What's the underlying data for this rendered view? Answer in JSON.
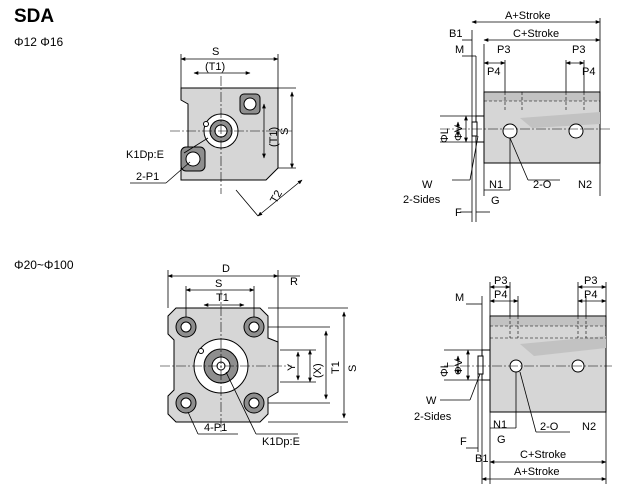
{
  "title": "SDA",
  "series_small": "Φ12 Φ16",
  "series_large": "Φ20~Φ100",
  "top_front": {
    "s": "S",
    "t1": "(T1)",
    "t1_side": "(T1)",
    "s_side": "S",
    "t2": "T2",
    "k1": "K1Dp:E",
    "p1": "2-P1"
  },
  "top_side": {
    "a": "A+Stroke",
    "b1": "B1",
    "c": "C+Stroke",
    "m": "M",
    "p3a": "P3",
    "p3b": "P3",
    "p4a": "P4",
    "p4b": "P4",
    "l": "ΦL",
    "v": "ΦV",
    "n1": "N1",
    "o": "2-O",
    "n2": "N2",
    "w": "W",
    "sides": "2-Sides",
    "g": "G",
    "f": "F"
  },
  "bot_front": {
    "d": "D",
    "r": "R",
    "s": "S",
    "t1": "T1",
    "x": "(X)",
    "t1_side": "T1",
    "s_side": "S",
    "y": "Y",
    "p1": "4-P1",
    "k1": "K1Dp:E"
  },
  "bot_side": {
    "p3a": "P3",
    "p3b": "P3",
    "p4a": "P4",
    "p4b": "P4",
    "m": "M",
    "l": "ΦL",
    "v": "ΦV",
    "w": "W",
    "sides": "2-Sides",
    "n1": "N1",
    "g": "G",
    "o": "2-O",
    "n2": "N2",
    "f": "F",
    "c": "C+Stroke",
    "b1": "B1",
    "a": "A+Stroke"
  }
}
